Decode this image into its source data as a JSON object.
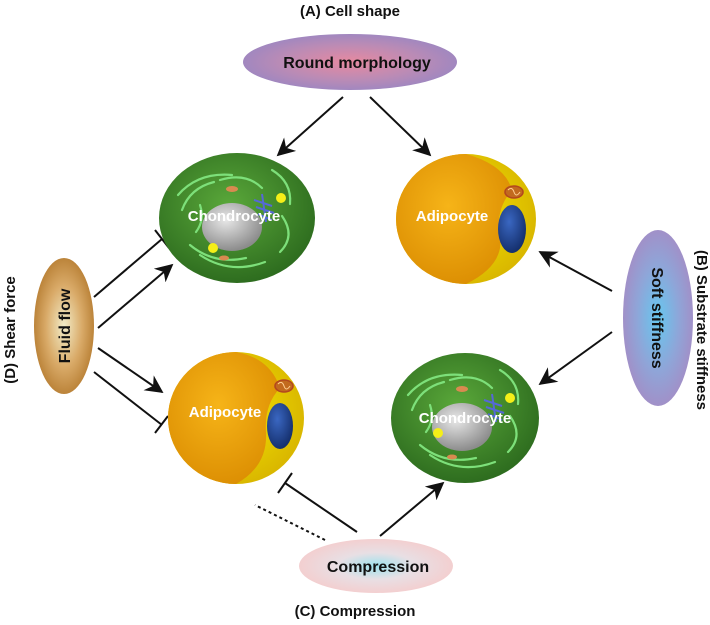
{
  "titles": {
    "cell_shape": "(A) Cell shape",
    "substrate_stiffness": "(B) Substrate stiffness",
    "compression": "(C) Compression",
    "shear_force": "(D) Shear force"
  },
  "stimuli": {
    "round_morphology": "Round morphology",
    "soft_stiffness": "Soft stiffness",
    "compression": "Compression",
    "fluid_flow": "Fluid flow"
  },
  "cells": {
    "top_left": "Chondrocyte",
    "top_right": "Adipocyte",
    "bottom_left": "Adipocyte",
    "bottom_right": "Chondrocyte"
  },
  "colors": {
    "chondrocyte_body": "#3f8a2a",
    "adipocyte_lipid": "#f0a500",
    "adipocyte_rim": "#f2e200",
    "nucleus_blue": "#1c3f8f",
    "round_morphology_fill": "#a58bc4",
    "soft_stiffness_fill": "#a58bc4",
    "compression_fill": "#f4d2d2",
    "fluid_flow_fill": "#c98a34"
  }
}
